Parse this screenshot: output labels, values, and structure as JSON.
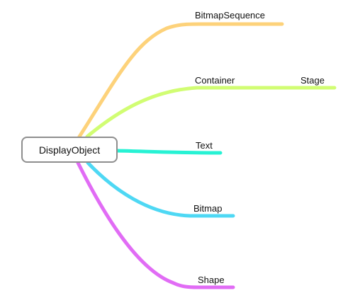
{
  "root": {
    "label": "DisplayObject"
  },
  "branches": [
    {
      "label": "BitmapSequence",
      "color": "#fdd27a"
    },
    {
      "label": "Container",
      "color": "#d1fd73",
      "children": [
        {
          "label": "Stage"
        }
      ]
    },
    {
      "label": "Text",
      "color": "#27f2d4"
    },
    {
      "label": "Bitmap",
      "color": "#4ed8f4"
    },
    {
      "label": "Shape",
      "color": "#e16cf5"
    }
  ]
}
